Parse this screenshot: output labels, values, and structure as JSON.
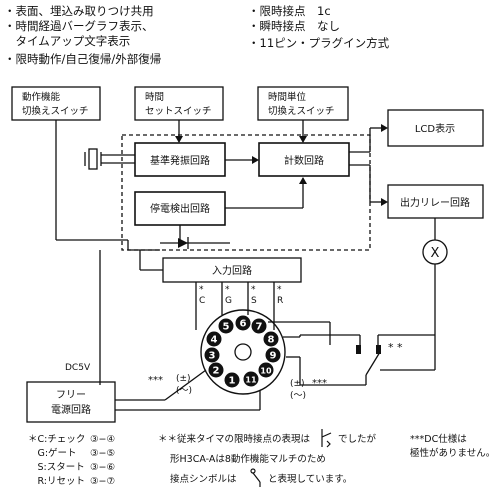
{
  "features": {
    "left": [
      "・表面、埋込み取りつけ共用",
      "・時間経過バーグラフ表示、",
      "　タイムアップ文字表示",
      "・限時動作/自己復帰/外部復帰"
    ],
    "right": [
      "・限時接点　1c",
      "・瞬時接点　なし",
      "・11ピン・プラグイン方式"
    ]
  },
  "blocks": {
    "mode_switch": [
      "動作機能",
      "切換えスイッチ"
    ],
    "time_switch": [
      "時間",
      "セットスイッチ"
    ],
    "unit_switch": [
      "時間単位",
      "切換えスイッチ"
    ],
    "lcd": "LCD表示",
    "oscillator": "基準発振回路",
    "counter": "計数回路",
    "power_fail": "停電検出回路",
    "output_relay": "出力リレー回路",
    "input": "入力回路",
    "power_supply": [
      "フリー",
      "電源回路"
    ]
  },
  "labels": {
    "relay_coil": "X",
    "dc5v": "DC5V",
    "terminals_input": [
      {
        "star": "*",
        "letter": "C"
      },
      {
        "star": "*",
        "letter": "G"
      },
      {
        "star": "*",
        "letter": "S"
      },
      {
        "star": "*",
        "letter": "R"
      }
    ],
    "stars_contact": "* *",
    "stars_left": "***",
    "stars_right": "***",
    "polarity_top": "(±)",
    "polarity_bottom": "(〜)",
    "pins": [
      "1",
      "2",
      "3",
      "4",
      "5",
      "6",
      "7",
      "8",
      "9",
      "10",
      "11"
    ]
  },
  "legend": {
    "input_map": [
      {
        "label": "＊C:チェック",
        "pins": "③−④"
      },
      {
        "label": "　G:ゲート",
        "pins": "③−⑤"
      },
      {
        "label": "　S:スタート",
        "pins": "③−⑥"
      },
      {
        "label": "　R:リセット",
        "pins": "③−⑦"
      }
    ],
    "note1": [
      "＊＊従来タイマの限時接点の表現は",
      "でしたが",
      "形H3CA-Aは8動作機能マルチのため",
      "接点シンボルは",
      "と表現しています。"
    ],
    "note2": [
      "***DC仕様は",
      "極性がありません。"
    ]
  }
}
